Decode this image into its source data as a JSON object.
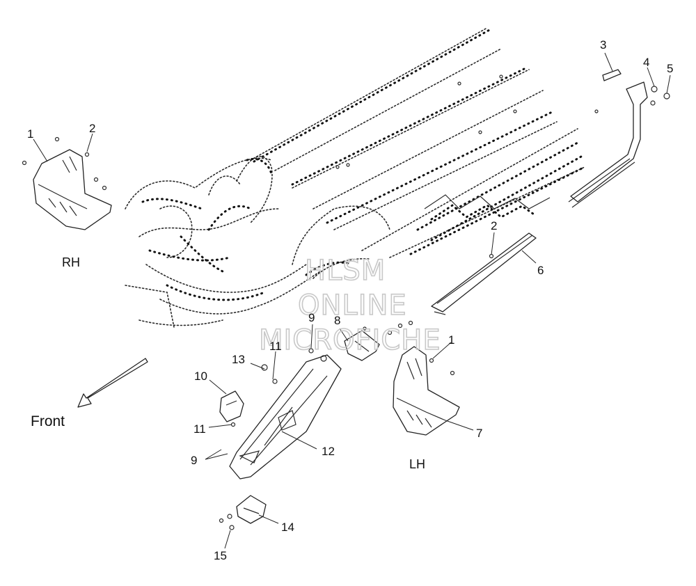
{
  "labels": {
    "rh": "RH",
    "lh": "LH",
    "front": "Front"
  },
  "callouts": {
    "c1a": "1",
    "c2a": "2",
    "c3": "3",
    "c4": "4",
    "c5": "5",
    "c2b": "2",
    "c6": "6",
    "c1b": "1",
    "c7": "7",
    "c8": "8",
    "c9a": "9",
    "c11a": "11",
    "c13": "13",
    "c10": "10",
    "c11b": "11",
    "c12": "12",
    "c9b": "9",
    "c14": "14",
    "c15": "15"
  },
  "watermark": {
    "line1": "HLSM",
    "line2": "ONLINE",
    "line3": "MICROFICHE"
  }
}
